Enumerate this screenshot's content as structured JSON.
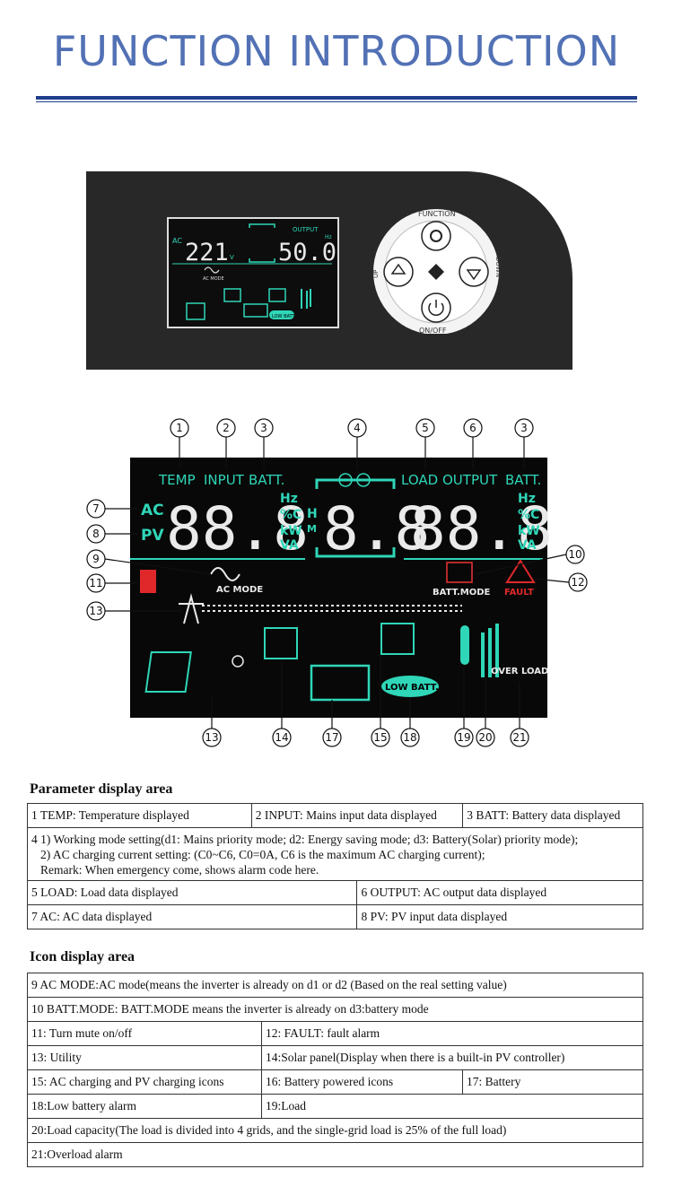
{
  "page": {
    "title": "FUNCTION INTRODUCTION"
  },
  "device": {
    "lcd": {
      "ac": "AC",
      "input_value": "221",
      "input_unit": "V",
      "output_label": "OUTPUT",
      "output_value": "50.0",
      "output_unit": "Hz",
      "ac_mode": "AC MODE",
      "low_batt": "LOW BATT"
    },
    "keypad": {
      "function": "FUNCTION",
      "up": "UP",
      "down": "DOWN",
      "on_off": "ON/OFF"
    }
  },
  "lcd_diagram": {
    "top_labels": [
      "TEMP",
      "INPUT",
      "BATT.",
      "LOAD",
      "OUTPUT",
      "BATT."
    ],
    "digits_left": "88.8",
    "digits_mid": "8.8",
    "digits_right": "88.8",
    "units_left": [
      "Hz",
      "%C",
      "kW",
      "VA"
    ],
    "units_right": [
      "Hz",
      "%C",
      "kW",
      "VA"
    ],
    "hm": [
      "H",
      "M"
    ],
    "row_ac": "AC",
    "row_pv": "PV",
    "ac_mode": "AC MODE",
    "batt_mode": "BATT.MODE",
    "fault": "FAULT",
    "low_batt": "LOW BATT.",
    "over_load": "OVER LOAD",
    "callouts": {
      "top": [
        "1",
        "2",
        "3",
        "4",
        "5",
        "6",
        "3"
      ],
      "left": [
        "7",
        "8",
        "9",
        "11",
        "13"
      ],
      "right": [
        "10",
        "12"
      ],
      "bottom": [
        "13",
        "14",
        "17",
        "15",
        "18",
        "19",
        "20",
        "21"
      ]
    }
  },
  "param": {
    "heading": "Parameter display area",
    "r1": [
      "1 TEMP:  Temperature displayed",
      "2 INPUT: Mains input data displayed",
      "3 BATT: Battery data displayed"
    ],
    "r2": [
      "4 1) Working mode setting(d1: Mains priority mode; d2: Energy saving mode; d3: Battery(Solar) priority mode);",
      "2) AC charging current setting: (C0~C6, C0=0A, C6 is the maximum AC charging current);",
      "Remark: When emergency come, shows alarm code here."
    ],
    "r3": [
      "5 LOAD: Load data displayed",
      "6 OUTPUT: AC output data displayed"
    ],
    "r4": [
      "7 AC: AC data displayed",
      "8 PV: PV input data displayed"
    ]
  },
  "icons": {
    "heading": "Icon display area",
    "r1": "9 AC  MODE:AC mode(means the inverter is already on d1 or d2 (Based on the real setting value)",
    "r2": "10 BATT.MODE:  BATT.MODE means the inverter is already on d3:battery mode",
    "r3": [
      "11: Turn mute on/off",
      "12: FAULT:   fault alarm"
    ],
    "r4": [
      "13: Utility",
      "14:Solar panel(Display when there is a built-in PV controller)"
    ],
    "r5": [
      "15: AC charging and PV charging icons",
      "16: Battery powered icons",
      "17: Battery"
    ],
    "r6": [
      "18:Low battery alarm",
      "19:Load"
    ],
    "r7": "20:Load capacity(The load is divided into 4 grids, and the single-grid load is 25% of the full load)",
    "r8": "21:Overload alarm"
  },
  "colors": {
    "title": "#5271b5",
    "rule": "#1f3e8c",
    "lcd_green": "#2fd6b8",
    "lcd_bg": "#080808",
    "alarm_red": "#e0282b",
    "device": "#282828"
  }
}
